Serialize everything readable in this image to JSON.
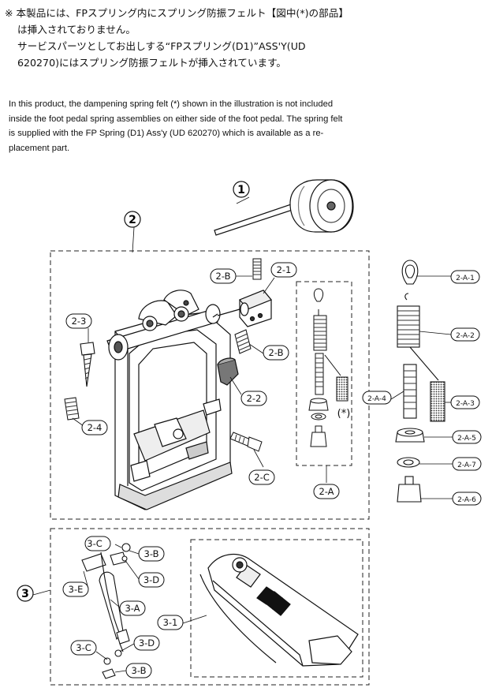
{
  "notice_jp": {
    "line1": "※ 本製品には、FPスプリング内にスプリング防振フェルト【図中(*)の部品】",
    "line2": "は挿入されておりません。",
    "line3": "サービスパーツとしてお出しする“FPスプリング(D1)”ASS'Y(UD",
    "line4": "620270)にはスプリング防振フェルトが挿入されています。"
  },
  "notice_en": {
    "line1": "In this product, the dampening spring felt (*) shown in the illustration is not included",
    "line2": "inside the foot pedal spring assemblies on either side of the foot pedal. The spring felt",
    "line3": "is supplied with the FP Spring (D1) Ass'y (UD 620270) which is available as a re-",
    "line4": "placement part."
  },
  "callouts": {
    "c1": "1",
    "c2": "2",
    "c3": "3",
    "c2_1": "2-1",
    "c2_B_top": "2-B",
    "c2_B_mid": "2-B",
    "c2_2": "2-2",
    "c2_3": "2-3",
    "c2_4": "2-4",
    "c2_C": "2-C",
    "c2_A": "2-A",
    "asterisk": "(*)",
    "c2_A_1": "2-A-1",
    "c2_A_2": "2-A-2",
    "c2_A_3": "2-A-3",
    "c2_A_4": "2-A-4",
    "c2_A_5": "2-A-5",
    "c2_A_6": "2-A-6",
    "c2_A_7": "2-A-7",
    "c3_C_top": "3-C",
    "c3_B_top": "3-B",
    "c3_D_top": "3-D",
    "c3_E": "3-E",
    "c3_A": "3-A",
    "c3_1": "3-1",
    "c3_D_bot": "3-D",
    "c3_C_bot": "3-C",
    "c3_B_bot": "3-B"
  }
}
